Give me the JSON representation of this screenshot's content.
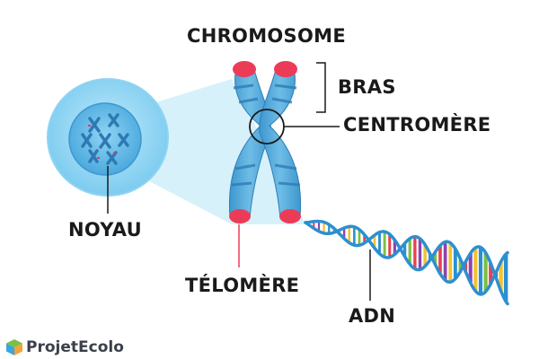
{
  "labels": {
    "chromosome": "CHROMOSOME",
    "arm": "BRAS",
    "centromere": "CENTROMÈRE",
    "nucleus": "NOYAU",
    "telomere": "TÉLOMÈRE",
    "dna": "ADN"
  },
  "logo": {
    "text": "ProjetEcolo",
    "icon": "cube-icon"
  },
  "colors": {
    "chromatid": "#4ea6d8",
    "chromatid_band": "#2f7cb6",
    "telomere": "#ec3b57",
    "nucleus_outer": "#9ddcf4",
    "nucleus_inner": "#5fb8e4",
    "zoom_cone": "#bfe8f8",
    "dna_backbone": "#2d8fd0",
    "base_pairs": [
      "#e8404f",
      "#f2c230",
      "#7bc043",
      "#8e44ad",
      "#2d8fd0"
    ]
  }
}
